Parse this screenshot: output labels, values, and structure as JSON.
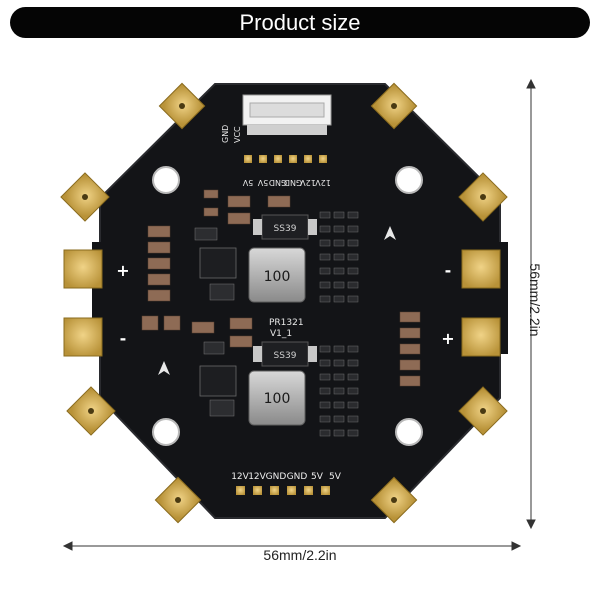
{
  "banner": {
    "title": "Product size"
  },
  "dimensions": {
    "width_label": "56mm/2.2in",
    "height_label": "56mm/2.2in"
  },
  "board": {
    "model_label": "PR1321",
    "version_label": "V1_1",
    "top_header_labels": [
      "12V",
      "12V",
      "GND",
      "GND",
      "5V",
      "5V"
    ],
    "bottom_header_labels": [
      "12V",
      "12V",
      "GND",
      "GND",
      "5V",
      "5V"
    ],
    "inductor_labels": [
      "100",
      "100"
    ],
    "regulator_labels": [
      "SS39",
      "SS39"
    ],
    "connector_labels": [
      "GND",
      "VCC"
    ],
    "pad_signs": [
      "+",
      "-",
      "+",
      "-"
    ],
    "colors": {
      "pcb": "#131417",
      "pad": "#d9b65a",
      "cap": "#8e6b55"
    }
  }
}
